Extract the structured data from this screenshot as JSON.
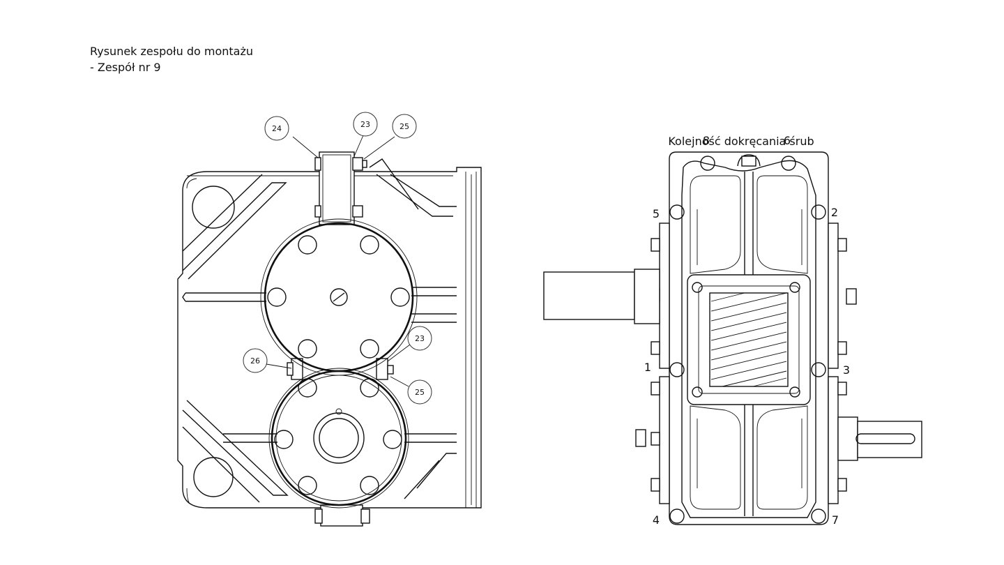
{
  "header": {
    "line1": "Rysunek zespołu do montażu",
    "line2": "- Zespół nr 9"
  },
  "front_view": {
    "callouts": [
      "24",
      "23",
      "25",
      "26",
      "23",
      "25"
    ]
  },
  "side_view": {
    "title": "Kolejność dokręcania śrub",
    "bolt_order": [
      "8",
      "6",
      "5",
      "2",
      "1",
      "3",
      "4",
      "7"
    ]
  }
}
